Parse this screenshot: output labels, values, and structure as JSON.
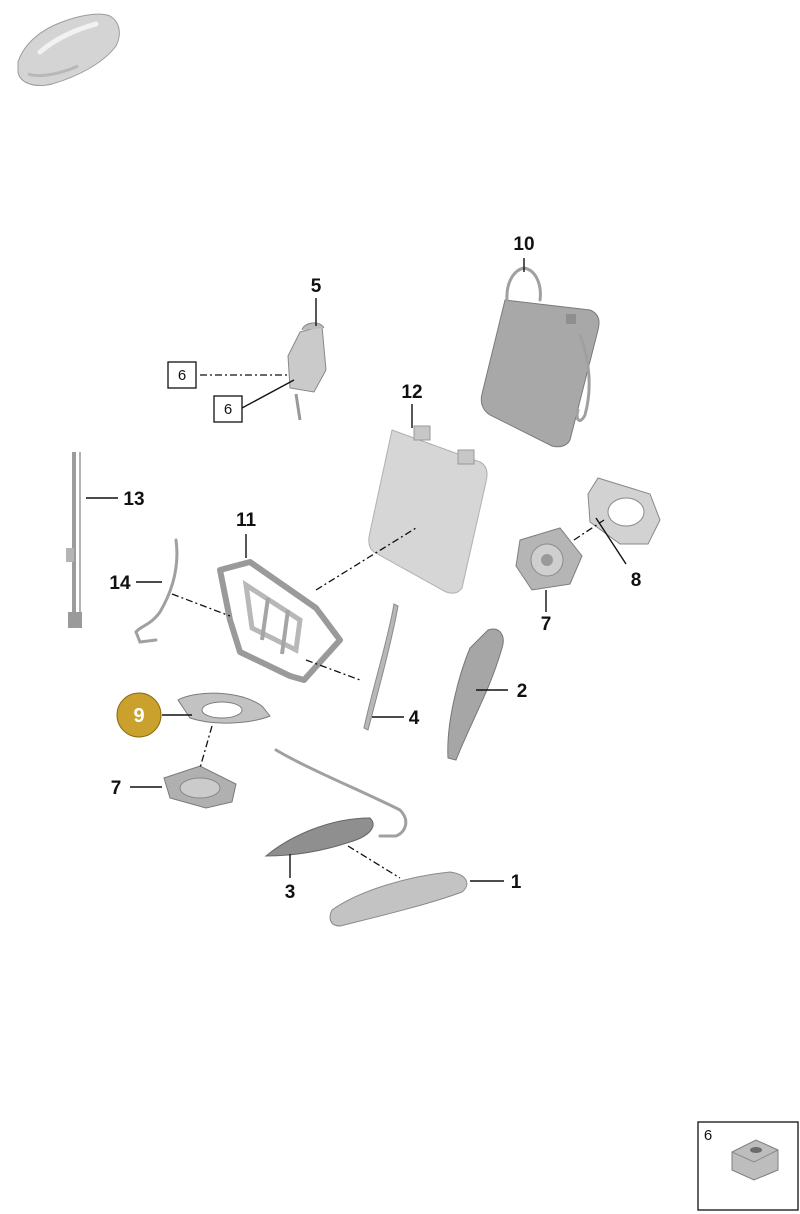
{
  "callouts": {
    "c1": "1",
    "c2": "2",
    "c3": "3",
    "c4": "4",
    "c5": "5",
    "c6a": "6",
    "c6b": "6",
    "c7a": "7",
    "c7b": "7",
    "c8": "8",
    "c9": "9",
    "c10": "10",
    "c11": "11",
    "c12": "12",
    "c13": "13",
    "c14": "14"
  },
  "legend": {
    "number": "6"
  },
  "colors": {
    "highlight": "#c9a12c",
    "line": "#111111",
    "part": "#cfcfcf"
  }
}
